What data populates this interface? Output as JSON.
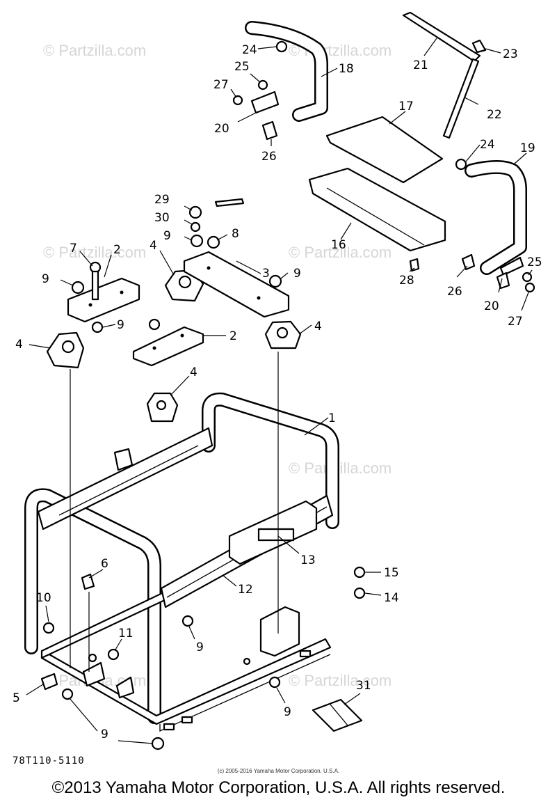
{
  "diagram": {
    "watermark": "© Partzilla.com",
    "drawing_code": "78T110-5110",
    "small_copyright": "(c) 2005-2016 Yamaha Motor Corporation, U.S.A.",
    "copyright": "©2013 Yamaha Motor Corporation, U.S.A. All rights reserved.",
    "callouts": [
      "1",
      "2",
      "3",
      "4",
      "5",
      "6",
      "7",
      "8",
      "9",
      "10",
      "11",
      "12",
      "13",
      "14",
      "15",
      "16",
      "17",
      "18",
      "19",
      "20",
      "21",
      "22",
      "23",
      "24",
      "25",
      "26",
      "27",
      "28",
      "29",
      "30",
      "31"
    ]
  }
}
